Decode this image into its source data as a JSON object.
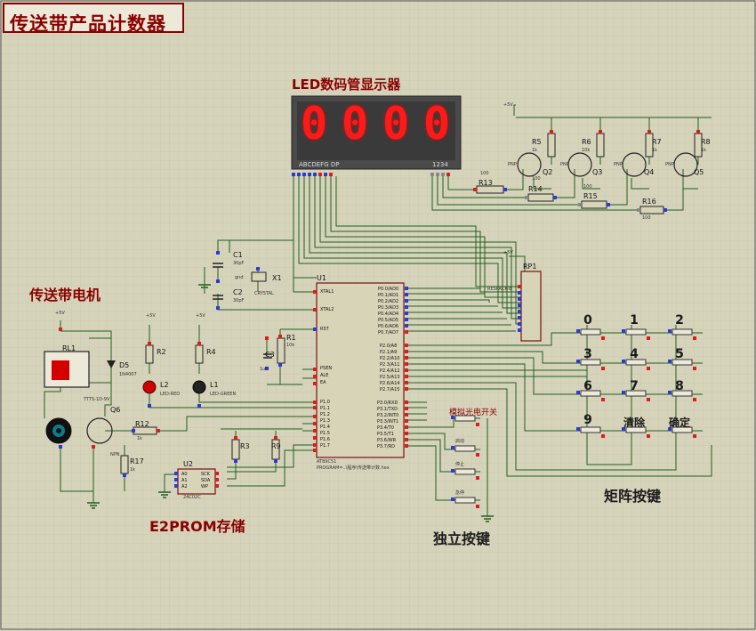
{
  "title": "传送带产品计数器",
  "sections": {
    "led_display": "LED数码管显示器",
    "motor": "传送带电机",
    "eeprom": "E2PROM存储",
    "independent_keys": "独立按键",
    "matrix_keys": "矩阵按键",
    "photo_switch": "模拟光电开关"
  },
  "display": {
    "digits": [
      "0",
      "0",
      "0",
      "0"
    ],
    "segment_label": "ABCDEFG  DP",
    "digit_label": "1234"
  },
  "matrix_keys": [
    "0",
    "1",
    "2",
    "3",
    "4",
    "5",
    "6",
    "7",
    "8",
    "9",
    "清除",
    "确定"
  ],
  "components": {
    "u1": "U1",
    "u1_part": "AT89C51",
    "u1_program": "PROGRAM=..\\程序\\传送带计数.hex",
    "u2": "U2",
    "u2_part": "24C02C",
    "rp1": "RP1",
    "rp1_part": "RESPACK-8",
    "rl1": "RL1",
    "rl1_part": "TTTS-1D-9V",
    "d5": "D5",
    "d5_part": "1N4007",
    "q6": "Q6",
    "q2": "Q2",
    "q3": "Q3",
    "q4": "Q4",
    "q5": "Q5",
    "r1": "R1",
    "r2": "R2",
    "r3": "R3",
    "r4": "R4",
    "r5": "R5",
    "r6": "R6",
    "r7": "R7",
    "r8": "R8",
    "r9": "R9",
    "r12": "R12",
    "r13": "R13",
    "r14": "R14",
    "r15": "R15",
    "r16": "R16",
    "r17": "R17",
    "c1": "C1",
    "c2": "C2",
    "c3": "C3",
    "x1": "X1",
    "x1_part": "CRYSTAL",
    "l1": "L1",
    "l1_part": "LED-GREEN",
    "l2": "L2",
    "l2_part": "LED-RED",
    "c1_val": "30pF",
    "c2_val": "30pF",
    "c3_val": "1uF",
    "r13_val": "100",
    "r14_val": "100",
    "r15_val": "100",
    "r16_val": "100",
    "r5_val": "1k",
    "r6_val": "10k",
    "r7_val": "1k",
    "r8_val": "1k",
    "r1_val": "10k",
    "r12_val": "1k",
    "r17_val": "1k",
    "vcc": "+5V",
    "text_placeholder": "<TEXT>",
    "pnp": "PNP",
    "npn": "NPN",
    "gnd": "gnd"
  },
  "u1_pins_left": [
    "XTAL1",
    "XTAL2",
    "RST",
    "PSEN",
    "ALE",
    "EA"
  ],
  "u1_pins_left_p1": [
    "P1.0",
    "P1.1",
    "P1.2",
    "P1.3",
    "P1.4",
    "P1.5",
    "P1.6",
    "P1.7"
  ],
  "u1_pins_right_p0": [
    "P0.0/AD0",
    "P0.1/AD1",
    "P0.2/AD2",
    "P0.3/AD3",
    "P0.4/AD4",
    "P0.5/AD5",
    "P0.6/AD6",
    "P0.7/AD7"
  ],
  "u1_pins_right_p2": [
    "P2.0/A8",
    "P2.1/A9",
    "P2.2/A10",
    "P2.3/A11",
    "P2.4/A12",
    "P2.5/A13",
    "P2.6/A14",
    "P2.7/A15"
  ],
  "u1_pins_right_p3": [
    "P3.0/RXD",
    "P3.1/TXD",
    "P3.2/INT0",
    "P3.3/INT1",
    "P3.4/T0",
    "P3.5/T1",
    "P3.6/WR",
    "P3.7/RD"
  ],
  "u2_pins": [
    "A0",
    "A1",
    "A2",
    "SCK",
    "SDA",
    "WP"
  ],
  "indep_switches": [
    "启动",
    "停止",
    "急停"
  ]
}
